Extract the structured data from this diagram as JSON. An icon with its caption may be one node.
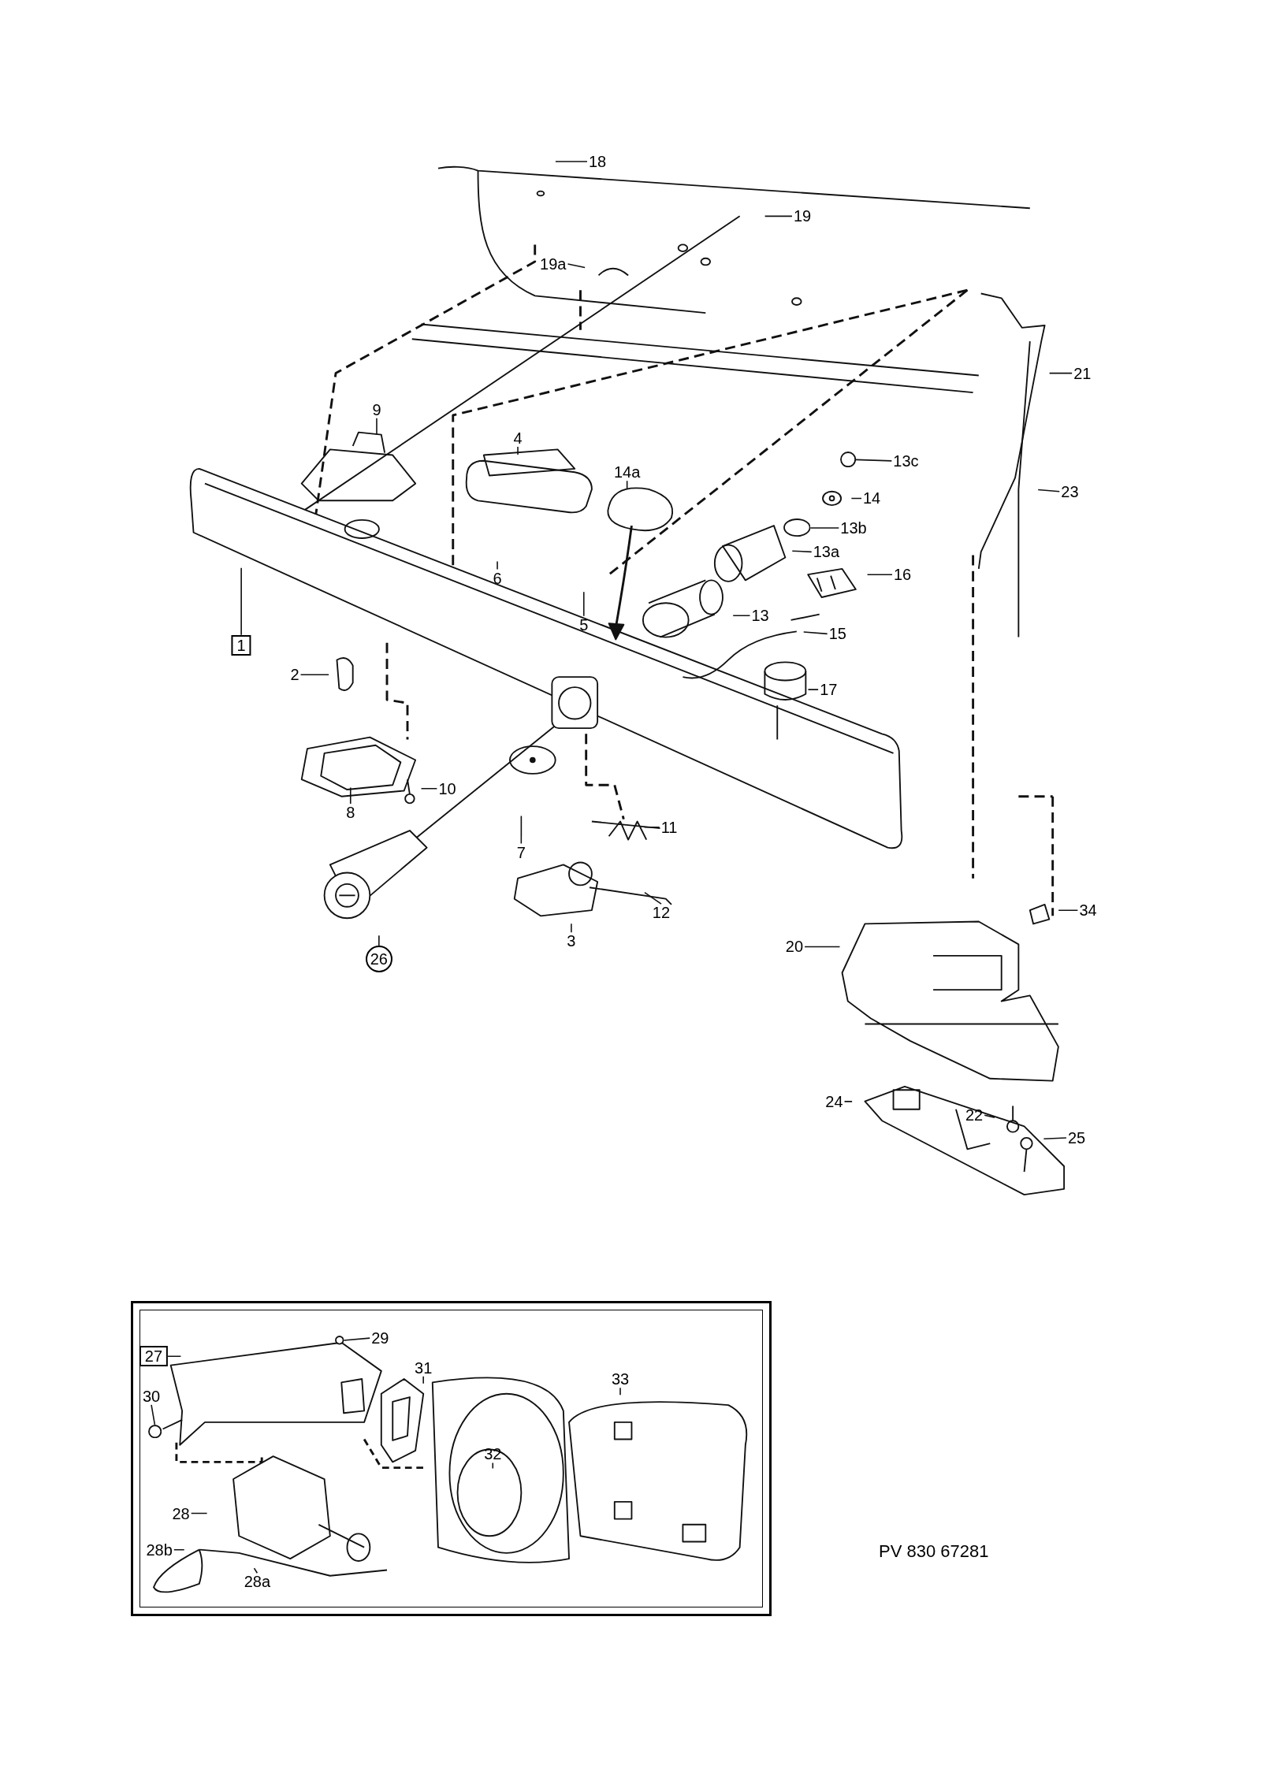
{
  "diagram": {
    "nodes": [
      {
        "text": [
          "18"
        ]
      },
      {
        "text": [
          "19"
        ]
      },
      {
        "text": [
          "19a"
        ]
      },
      {
        "text": [
          "21"
        ]
      },
      {
        "text": [
          "9"
        ]
      },
      {
        "text": [
          "4"
        ]
      },
      {
        "text": [
          "14a"
        ]
      },
      {
        "text": [
          "13c"
        ]
      },
      {
        "text": [
          "23"
        ]
      },
      {
        "text": [
          "14"
        ]
      },
      {
        "text": [
          "13b"
        ]
      },
      {
        "text": [
          "13a"
        ]
      },
      {
        "text": [
          "16"
        ]
      },
      {
        "text": [
          "1"
        ]
      },
      {
        "text": [
          "6"
        ]
      },
      {
        "text": [
          "5"
        ]
      },
      {
        "text": [
          "13"
        ]
      },
      {
        "text": [
          "15"
        ]
      },
      {
        "text": [
          "2"
        ]
      },
      {
        "text": [
          "17"
        ]
      },
      {
        "text": [
          "10"
        ]
      },
      {
        "text": [
          "8"
        ]
      },
      {
        "text": [
          "11"
        ]
      },
      {
        "text": [
          "7"
        ]
      },
      {
        "text": [
          "12"
        ]
      },
      {
        "text": [
          "3"
        ]
      },
      {
        "text": [
          "26"
        ]
      },
      {
        "text": [
          "20"
        ]
      },
      {
        "text": [
          "34"
        ]
      },
      {
        "text": [
          "24"
        ]
      },
      {
        "text": [
          "22"
        ]
      },
      {
        "text": [
          "25"
        ]
      },
      {
        "text": [],
        "shape": "box"
      },
      {
        "text": [
          "29"
        ],
        "in": 32
      },
      {
        "text": [
          "27"
        ],
        "in": 32
      },
      {
        "text": [
          "31"
        ],
        "in": 32
      },
      {
        "text": [
          "33"
        ],
        "in": 32
      },
      {
        "text": [
          "30"
        ],
        "in": 32
      },
      {
        "text": [
          "32"
        ],
        "in": 32
      },
      {
        "text": [
          "28"
        ],
        "in": 32
      },
      {
        "text": [
          "28b"
        ],
        "in": 32
      },
      {
        "text": [
          "28a"
        ],
        "in": 32
      },
      {
        "text": [],
        "shape": "circle"
      },
      {
        "text": [],
        "shape": "ellipse"
      },
      {
        "text": [],
        "shape": "circle",
        "in": 32
      },
      {
        "text": [],
        "shape": "circle",
        "in": 32
      }
    ],
    "edges": [
      {
        "from": 0,
        "to": null,
        "arrow": "none"
      },
      {
        "from": 1,
        "to": null,
        "arrow": "none"
      },
      {
        "from": 2,
        "to": null,
        "arrow": "none"
      },
      {
        "from": 3,
        "to": null,
        "arrow": "none"
      },
      {
        "from": 4,
        "to": null,
        "arrow": "none"
      },
      {
        "from": 5,
        "to": null,
        "arrow": "none"
      },
      {
        "from": 6,
        "to": null,
        "arrow": "none"
      },
      {
        "from": 7,
        "to": 42,
        "arrow": "none"
      },
      {
        "from": 8,
        "to": null,
        "arrow": "none"
      },
      {
        "from": 9,
        "to": null,
        "arrow": "none"
      },
      {
        "from": 10,
        "to": 43,
        "arrow": "none"
      },
      {
        "from": 11,
        "to": null,
        "arrow": "none"
      },
      {
        "from": 12,
        "to": null,
        "arrow": "none"
      },
      {
        "from": 13,
        "to": null,
        "arrow": "none"
      },
      {
        "from": 14,
        "to": null,
        "arrow": "none"
      },
      {
        "from": 15,
        "to": null,
        "arrow": "none"
      },
      {
        "from": 16,
        "to": null,
        "arrow": "none"
      },
      {
        "from": 17,
        "to": null,
        "arrow": "none"
      },
      {
        "from": 18,
        "to": null,
        "arrow": "none"
      },
      {
        "from": 19,
        "to": null,
        "arrow": "none"
      },
      {
        "from": 20,
        "to": null,
        "arrow": "none"
      },
      {
        "from": 21,
        "to": null,
        "arrow": "none"
      },
      {
        "from": 22,
        "to": null,
        "arrow": "none"
      },
      {
        "from": 23,
        "to": null,
        "arrow": "none"
      },
      {
        "from": 24,
        "to": null,
        "arrow": "none"
      },
      {
        "from": 25,
        "to": null,
        "arrow": "none"
      },
      {
        "from": 26,
        "to": null,
        "arrow": "none"
      },
      {
        "from": 27,
        "to": null,
        "arrow": "none"
      },
      {
        "from": 28,
        "to": null,
        "arrow": "none"
      },
      {
        "from": 29,
        "to": null,
        "arrow": "none"
      },
      {
        "from": 30,
        "to": null,
        "arrow": "none"
      },
      {
        "from": 31,
        "to": null,
        "arrow": "none"
      },
      {
        "from": 33,
        "to": 44,
        "arrow": "none"
      },
      {
        "from": 34,
        "to": null,
        "arrow": "none"
      },
      {
        "from": 35,
        "to": null,
        "arrow": "none"
      },
      {
        "from": 36,
        "to": null,
        "arrow": "none"
      },
      {
        "from": 37,
        "to": 45,
        "arrow": "none"
      },
      {
        "from": 38,
        "to": null,
        "arrow": "none"
      },
      {
        "from": 39,
        "to": null,
        "arrow": "none"
      },
      {
        "from": 40,
        "to": null,
        "arrow": "none"
      },
      {
        "from": 41,
        "to": null,
        "arrow": "none"
      }
    ],
    "labels": [
      "PV 830 67281"
    ]
  }
}
